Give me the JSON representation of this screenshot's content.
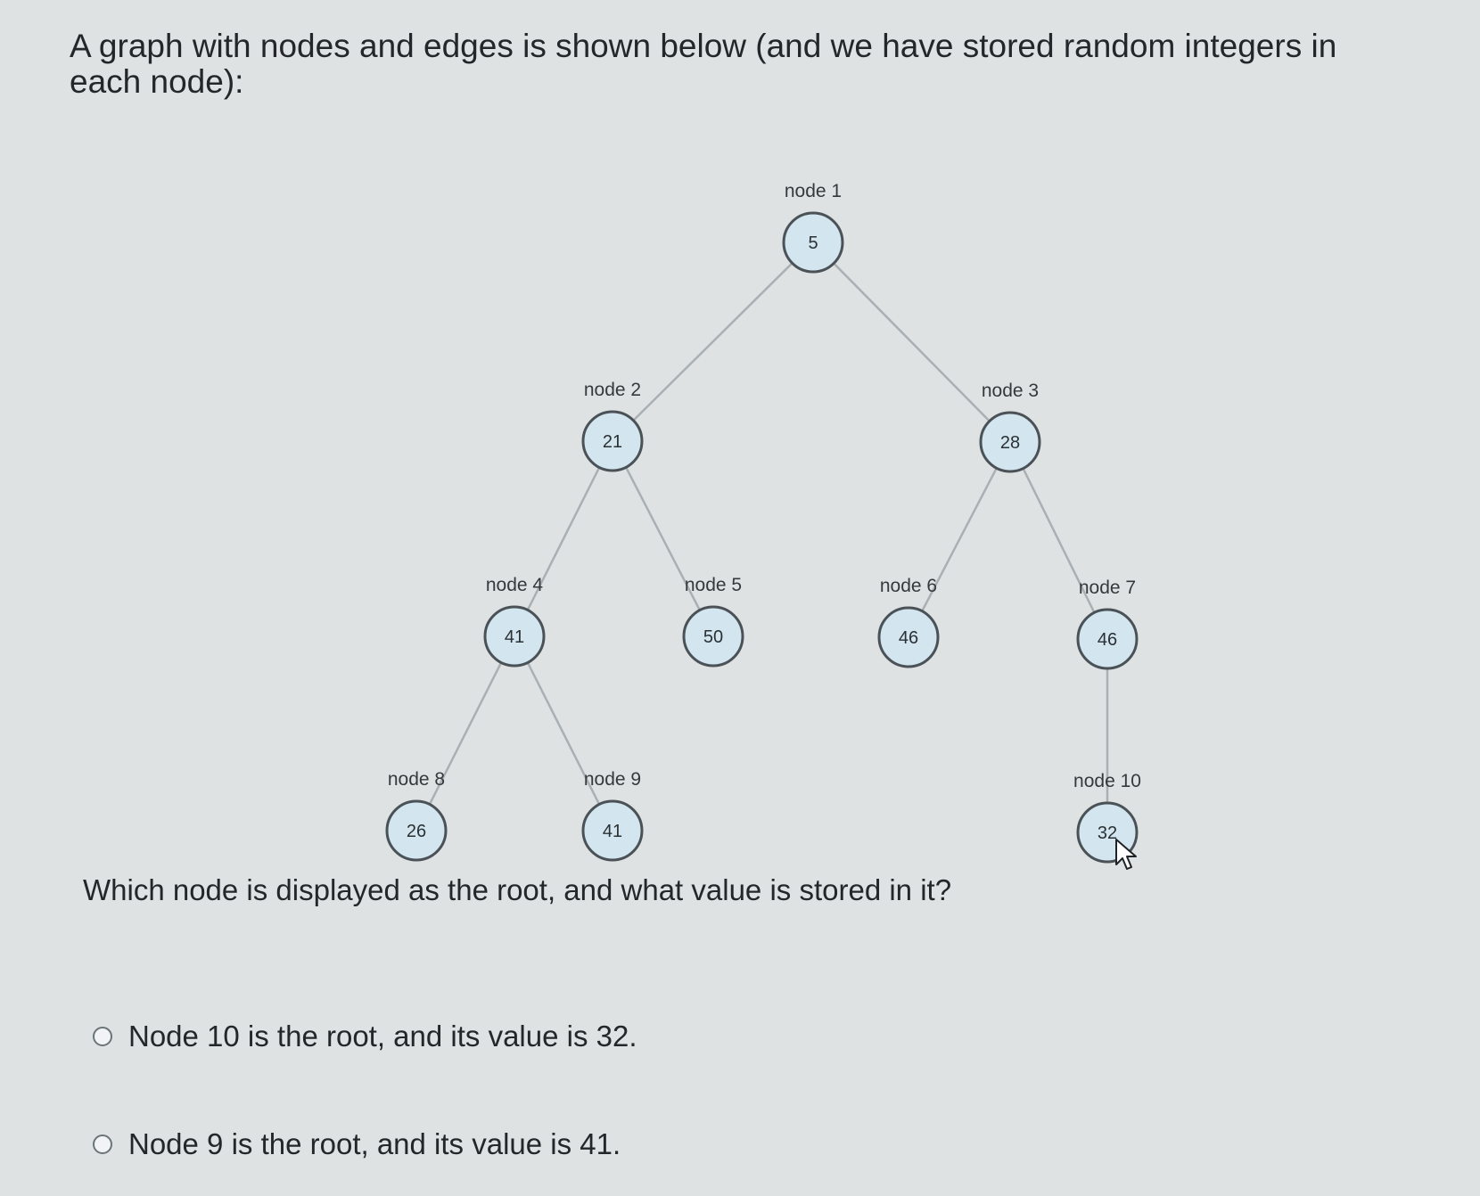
{
  "question": {
    "intro": "A graph with nodes and edges is shown below (and we have stored random integers in each node):",
    "prompt": "Which node is displayed as the root, and what value is stored in it?"
  },
  "graph": {
    "nodes": [
      {
        "id": 1,
        "label": "node 1",
        "value": "5"
      },
      {
        "id": 2,
        "label": "node 2",
        "value": "21"
      },
      {
        "id": 3,
        "label": "node 3",
        "value": "28"
      },
      {
        "id": 4,
        "label": "node 4",
        "value": "41"
      },
      {
        "id": 5,
        "label": "node 5",
        "value": "50"
      },
      {
        "id": 6,
        "label": "node 6",
        "value": "46"
      },
      {
        "id": 7,
        "label": "node 7",
        "value": "46"
      },
      {
        "id": 8,
        "label": "node 8",
        "value": "26"
      },
      {
        "id": 9,
        "label": "node 9",
        "value": "41"
      },
      {
        "id": 10,
        "label": "node 10",
        "value": "32"
      }
    ],
    "edges": [
      [
        1,
        2
      ],
      [
        1,
        3
      ],
      [
        2,
        4
      ],
      [
        2,
        5
      ],
      [
        3,
        6
      ],
      [
        3,
        7
      ],
      [
        4,
        8
      ],
      [
        4,
        9
      ],
      [
        7,
        10
      ]
    ]
  },
  "options": [
    {
      "text": "Node 10 is the root, and its value is 32."
    },
    {
      "text": "Node 9 is the root, and its value is 41."
    }
  ]
}
